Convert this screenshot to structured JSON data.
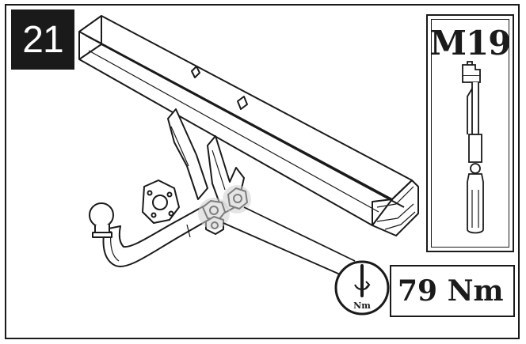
{
  "step": {
    "number": "21"
  },
  "tool": {
    "label": "M19",
    "icon": "socket-wrench-icon"
  },
  "torque": {
    "value": "79 Nm",
    "icon_label": "Nm",
    "icon": "torque-wrench-icon"
  },
  "illustration": {
    "subject": "tow-bar-assembly",
    "highlight": "bolt-fastening-points"
  }
}
